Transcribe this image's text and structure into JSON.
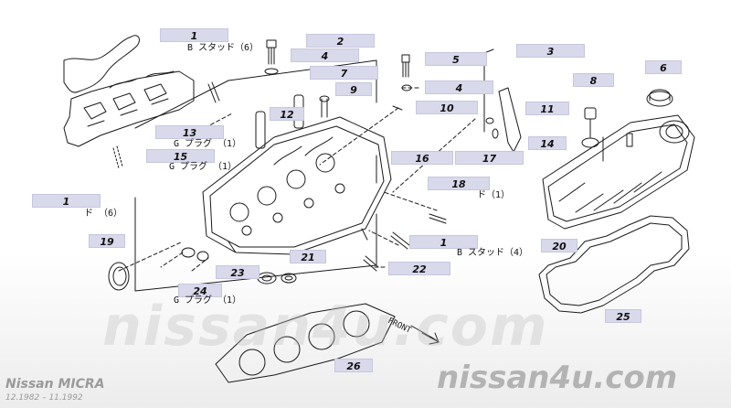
{
  "parts": [
    {
      "id": "p1a",
      "label": "1"
    },
    {
      "id": "p2",
      "label": "2"
    },
    {
      "id": "p4a",
      "label": "4"
    },
    {
      "id": "p7",
      "label": "7"
    },
    {
      "id": "p9",
      "label": "9"
    },
    {
      "id": "p12",
      "label": "12"
    },
    {
      "id": "p13",
      "label": "13"
    },
    {
      "id": "p15",
      "label": "15"
    },
    {
      "id": "p1b",
      "label": "1"
    },
    {
      "id": "p19",
      "label": "19"
    },
    {
      "id": "p5",
      "label": "5"
    },
    {
      "id": "p4b",
      "label": "4"
    },
    {
      "id": "p10",
      "label": "10"
    },
    {
      "id": "p16",
      "label": "16"
    },
    {
      "id": "p3",
      "label": "3"
    },
    {
      "id": "p11",
      "label": "11"
    },
    {
      "id": "p8",
      "label": "8"
    },
    {
      "id": "p6",
      "label": "6"
    },
    {
      "id": "p14",
      "label": "14"
    },
    {
      "id": "p17",
      "label": "17"
    },
    {
      "id": "p18",
      "label": "18"
    },
    {
      "id": "p1c",
      "label": "1"
    },
    {
      "id": "p20",
      "label": "20"
    },
    {
      "id": "p21",
      "label": "21"
    },
    {
      "id": "p22",
      "label": "22"
    },
    {
      "id": "p23",
      "label": "23"
    },
    {
      "id": "p24",
      "label": "24"
    },
    {
      "id": "p25",
      "label": "25"
    },
    {
      "id": "p26",
      "label": "26"
    }
  ],
  "notes": {
    "stud6": "B スタッド（6）",
    "plug13": "G プラグ （1）",
    "plug15": "G プラグ （1）",
    "d6": "ド （6）",
    "d1": "ド（1）",
    "stud4": "B スタッド（4）",
    "plug24": "G プラグ （1）"
  },
  "front_arrow": "FRONT",
  "watermark": {
    "center": "nissan4u.com",
    "bottom_right": "nissan4u.com"
  },
  "footer": {
    "model": "Nissan MICRA",
    "dates": "12.1982 – 11.1992"
  }
}
